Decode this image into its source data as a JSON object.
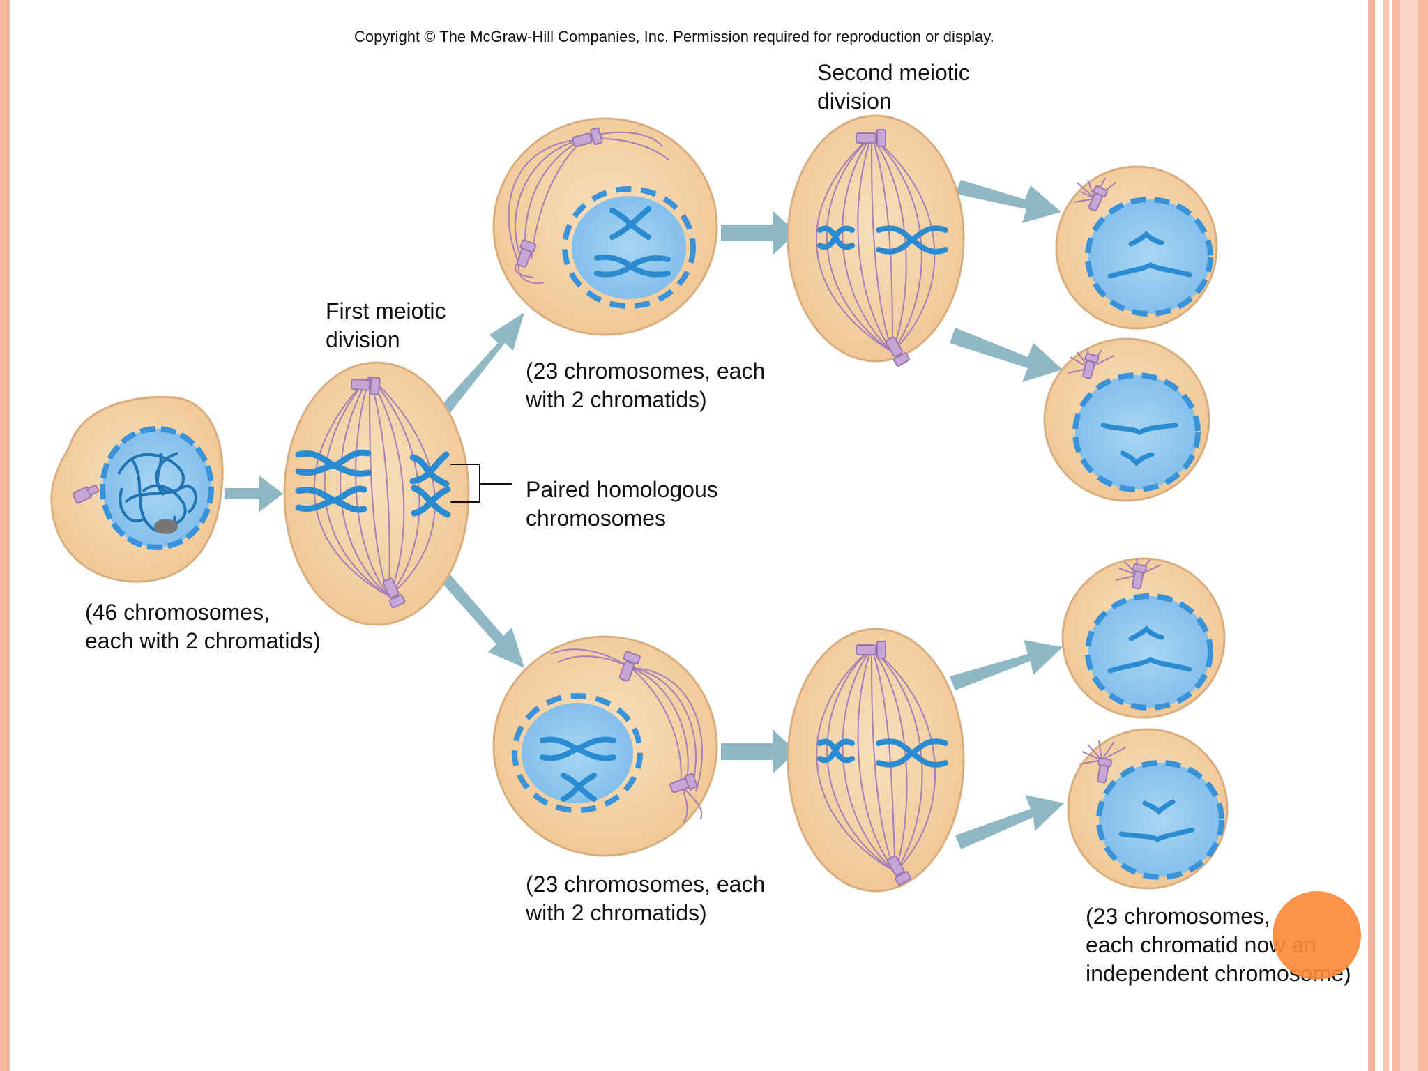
{
  "copyright": "Copyright © The McGraw-Hill Companies, Inc. Permission required for reproduction or display.",
  "labels": {
    "first_meiotic_division": "First meiotic\ndivision",
    "second_meiotic_division": "Second meiotic\ndivision",
    "start_cell": "(46 chromosomes,\neach with 2 chromatids)",
    "upper_daughter": "(23 chromosomes, each\nwith 2 chromatids)",
    "lower_daughter": "(23 chromosomes, each\nwith 2 chromatids)",
    "paired_homologous": "Paired homologous\nchromosomes",
    "final_cells": "(23 chromosomes,\neach chromatid now an\nindependent chromosome)"
  },
  "colors": {
    "cell_fill": "#f4d2a6",
    "cell_outline": "#d9b184",
    "nucleus": "#8fc8ee",
    "chromosome": "#2a8bd0",
    "spindle": "#a57fb5",
    "centriole": "#c7a6d6",
    "arrow": "#8fb8c4",
    "accent_dot": "#fb8a3b"
  }
}
